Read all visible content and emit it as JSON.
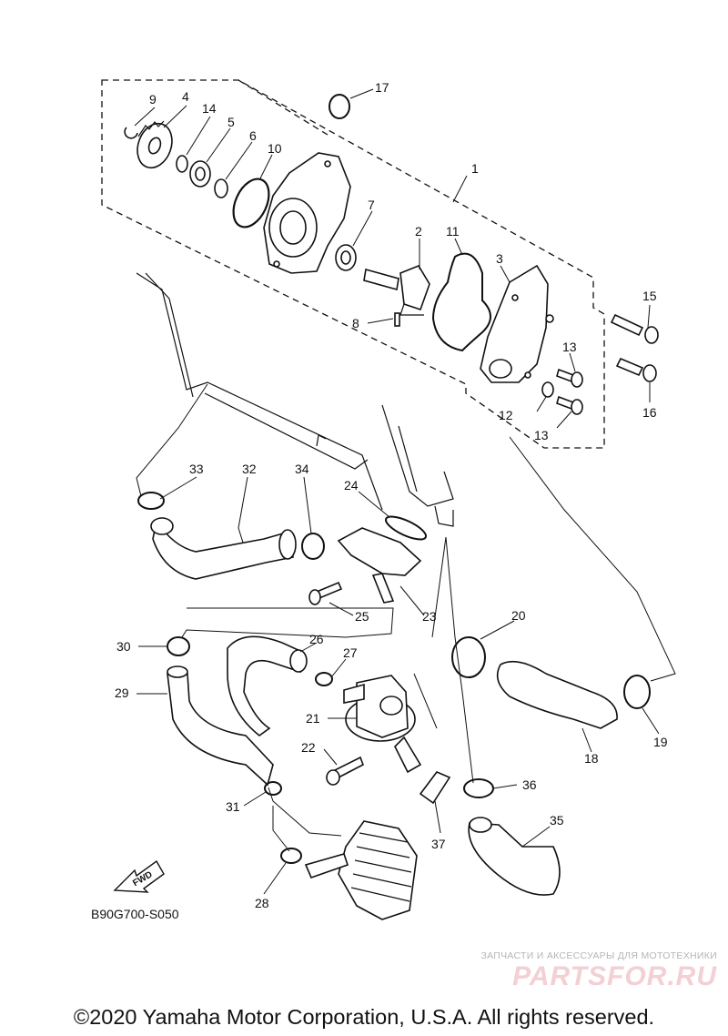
{
  "diagram": {
    "code": "B90G700-S050",
    "fwd_label": "FWD",
    "callouts": [
      {
        "id": "1",
        "label": "1"
      },
      {
        "id": "2",
        "label": "2"
      },
      {
        "id": "3",
        "label": "3"
      },
      {
        "id": "4",
        "label": "4"
      },
      {
        "id": "5",
        "label": "5"
      },
      {
        "id": "6",
        "label": "6"
      },
      {
        "id": "7",
        "label": "7"
      },
      {
        "id": "8",
        "label": "8"
      },
      {
        "id": "9",
        "label": "9"
      },
      {
        "id": "10",
        "label": "10"
      },
      {
        "id": "11",
        "label": "11"
      },
      {
        "id": "12",
        "label": "12"
      },
      {
        "id": "13a",
        "label": "13"
      },
      {
        "id": "13b",
        "label": "13"
      },
      {
        "id": "14",
        "label": "14"
      },
      {
        "id": "15",
        "label": "15"
      },
      {
        "id": "16",
        "label": "16"
      },
      {
        "id": "17",
        "label": "17"
      },
      {
        "id": "18",
        "label": "18"
      },
      {
        "id": "19",
        "label": "19"
      },
      {
        "id": "20",
        "label": "20"
      },
      {
        "id": "21",
        "label": "21"
      },
      {
        "id": "22",
        "label": "22"
      },
      {
        "id": "23",
        "label": "23"
      },
      {
        "id": "24",
        "label": "24"
      },
      {
        "id": "25",
        "label": "25"
      },
      {
        "id": "26",
        "label": "26"
      },
      {
        "id": "27",
        "label": "27"
      },
      {
        "id": "28",
        "label": "28"
      },
      {
        "id": "29",
        "label": "29"
      },
      {
        "id": "30",
        "label": "30"
      },
      {
        "id": "31",
        "label": "31"
      },
      {
        "id": "32",
        "label": "32"
      },
      {
        "id": "33",
        "label": "33"
      },
      {
        "id": "34",
        "label": "34"
      },
      {
        "id": "35",
        "label": "35"
      },
      {
        "id": "36",
        "label": "36"
      },
      {
        "id": "37",
        "label": "37"
      }
    ]
  },
  "watermark": {
    "tagline": "ЗАПЧАСТИ И АКСЕССУАРЫ ДЛЯ МОТОТЕХНИКИ",
    "brand": "PARTSFOR.RU"
  },
  "footer": {
    "copyright": "©2020 Yamaha Motor Corporation, U.S.A. All rights reserved."
  }
}
